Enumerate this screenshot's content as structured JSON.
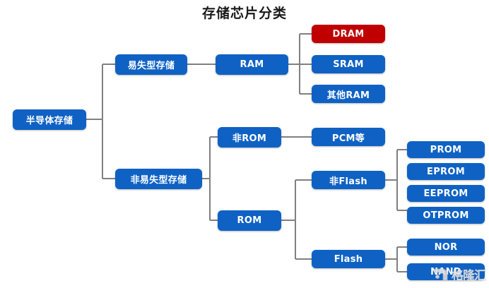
{
  "title": "存储芯片分类",
  "colors": {
    "node_blue": "#0f62c4",
    "node_red": "#c00000",
    "connector_gray": "#808080",
    "text_white": "#ffffff",
    "background": "#ffffff",
    "title_black": "#1a1a1a"
  },
  "nodes": {
    "root": "半导体存储",
    "volatile": "易失型存储",
    "nonvolatile": "非易失型存储",
    "ram": "RAM",
    "dram": "DRAM",
    "sram": "SRAM",
    "other_ram": "其他RAM",
    "non_rom": "非ROM",
    "rom": "ROM",
    "pcm": "PCM等",
    "non_flash": "非Flash",
    "flash": "Flash",
    "prom": "PROM",
    "eprom": "EPROM",
    "eeprom": "EEPROM",
    "otprom": "OTPROM",
    "nor": "NOR",
    "nand": "NAND"
  },
  "watermark": {
    "text": "格隆汇"
  },
  "chart_data": {
    "type": "tree-diagram",
    "title": "存储芯片分类",
    "root": "半导体存储",
    "highlighted_node": "DRAM",
    "highlight_color": "#c00000",
    "default_node_color": "#0f62c4",
    "depth": 5,
    "tree": [
      {
        "label": "半导体存储",
        "level": 0,
        "children": [
          {
            "label": "易失型存储",
            "level": 1,
            "children": [
              {
                "label": "RAM",
                "level": 2,
                "children": [
                  {
                    "label": "DRAM",
                    "level": 3,
                    "highlighted": true,
                    "children": []
                  },
                  {
                    "label": "SRAM",
                    "level": 3,
                    "children": []
                  },
                  {
                    "label": "其他RAM",
                    "level": 3,
                    "children": []
                  }
                ]
              }
            ]
          },
          {
            "label": "非易失型存储",
            "level": 1,
            "children": [
              {
                "label": "非ROM",
                "level": 2,
                "children": [
                  {
                    "label": "PCM等",
                    "level": 3,
                    "children": []
                  }
                ]
              },
              {
                "label": "ROM",
                "level": 2,
                "children": [
                  {
                    "label": "非Flash",
                    "level": 3,
                    "children": [
                      {
                        "label": "PROM",
                        "level": 4,
                        "children": []
                      },
                      {
                        "label": "EPROM",
                        "level": 4,
                        "children": []
                      },
                      {
                        "label": "EEPROM",
                        "level": 4,
                        "children": []
                      },
                      {
                        "label": "OTPROM",
                        "level": 4,
                        "children": []
                      }
                    ]
                  },
                  {
                    "label": "Flash",
                    "level": 3,
                    "children": [
                      {
                        "label": "NOR",
                        "level": 4,
                        "children": []
                      },
                      {
                        "label": "NAND",
                        "level": 4,
                        "children": []
                      }
                    ]
                  }
                ]
              }
            ]
          }
        ]
      }
    ]
  }
}
